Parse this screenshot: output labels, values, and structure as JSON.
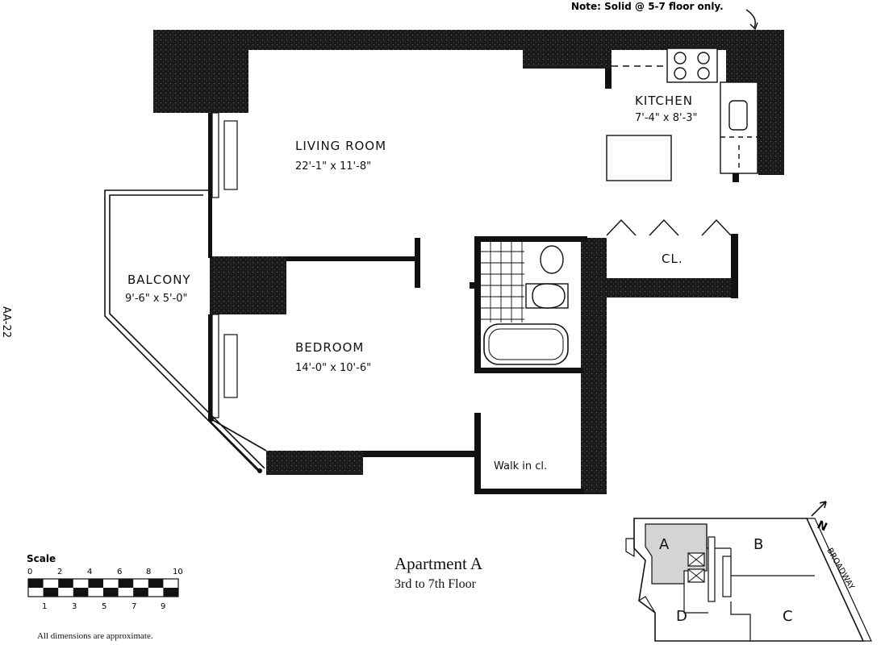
{
  "note": "Note: Solid @ 5-7 floor only.",
  "side_label": "AA-22",
  "rooms": {
    "living": {
      "name": "LIVING ROOM",
      "dims": "22'-1\" x 11'-8\""
    },
    "kitchen": {
      "name": "KITCHEN",
      "dims": "7'-4\" x 8'-3\""
    },
    "balcony": {
      "name": "BALCONY",
      "dims": "9'-6\" x 5'-0\""
    },
    "bedroom": {
      "name": "BEDROOM",
      "dims": "14'-0\" x 10'-6\""
    },
    "closet": {
      "name": "CL."
    },
    "walkin": {
      "name": "Walk in cl."
    }
  },
  "title": {
    "main": "Apartment A",
    "sub": "3rd to 7th Floor"
  },
  "scale": {
    "label": "Scale",
    "top_ticks": [
      "0",
      "2",
      "4",
      "6",
      "8",
      "10"
    ],
    "bottom_ticks": [
      "1",
      "3",
      "5",
      "7",
      "9"
    ]
  },
  "disclaimer": "All dimensions are approximate.",
  "keyplan": {
    "units": [
      "A",
      "B",
      "C",
      "D"
    ],
    "street": "BROADWAY",
    "north": "N",
    "highlighted": "A"
  }
}
